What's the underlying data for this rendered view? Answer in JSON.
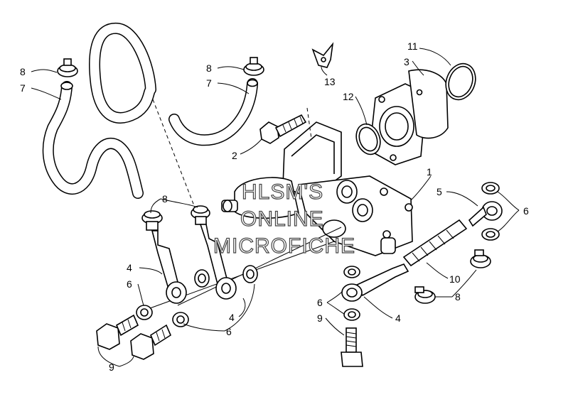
{
  "labels": {
    "l1": "1",
    "l2": "2",
    "l3": "3",
    "l4a": "4",
    "l4b": "4",
    "l4c": "4",
    "l5": "5",
    "l6a": "6",
    "l6b": "6",
    "l6c": "6",
    "l6d": "6",
    "l7a": "7",
    "l7b": "7",
    "l8a": "8",
    "l8b": "8",
    "l8c": "8",
    "l8d": "8",
    "l9a": "9",
    "l9b": "9",
    "l10": "10",
    "l11": "11",
    "l12": "12",
    "l13": "13"
  },
  "watermark": {
    "line1": "HLSM'S",
    "line2": "ONLINE",
    "line3": "MICROFICHE"
  }
}
